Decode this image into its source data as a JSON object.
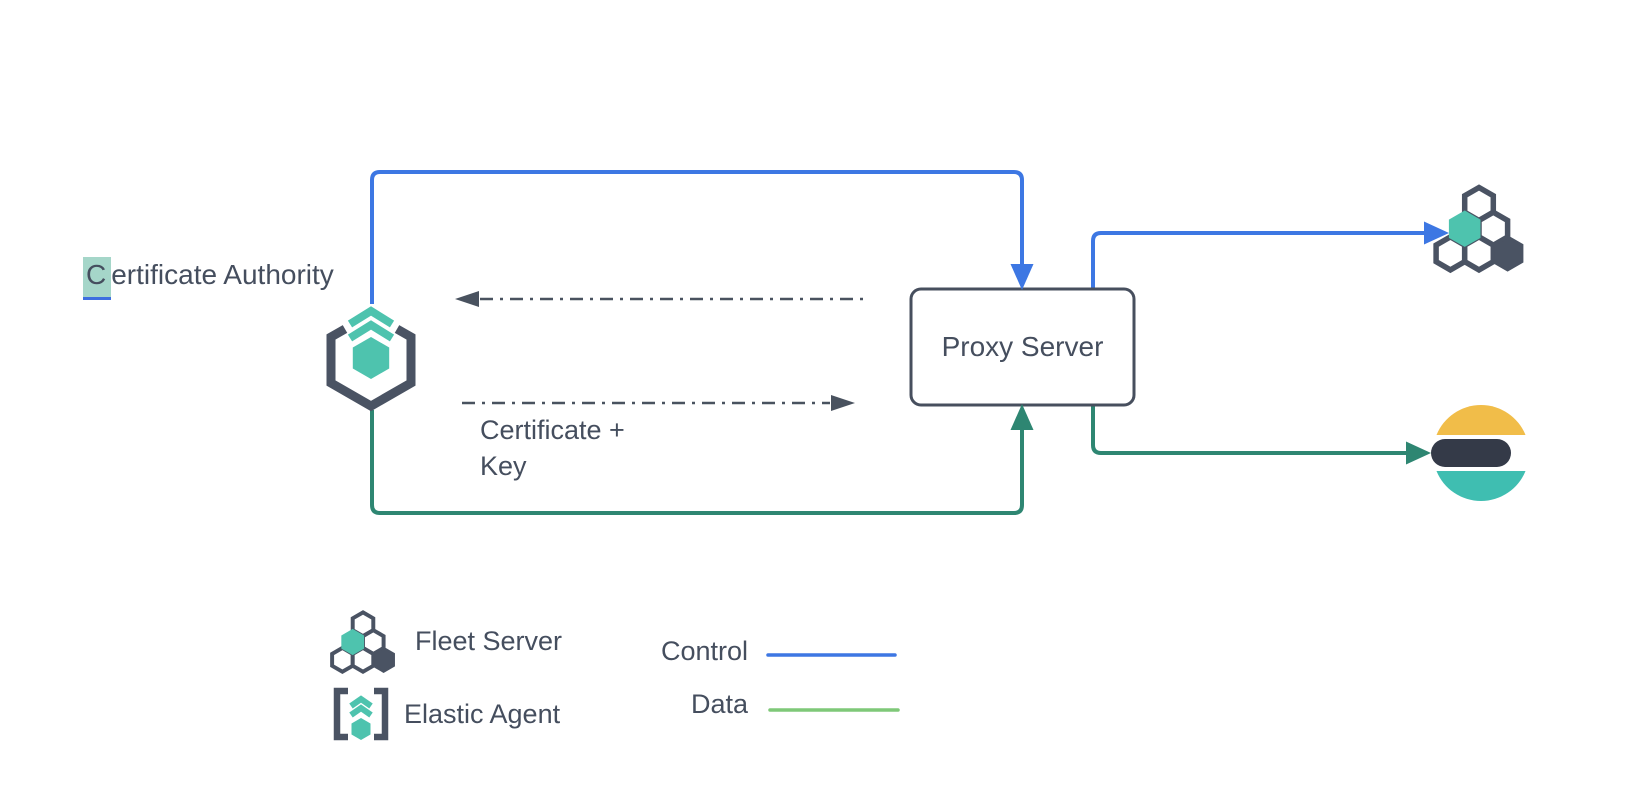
{
  "diagram": {
    "certificate_authority": {
      "highlighted": "C",
      "rest": "ertificate Authority"
    },
    "proxy_server_label": "Proxy Server",
    "certificate_key_label": {
      "line1": "Certificate +",
      "line2": "Key"
    },
    "legend": {
      "fleet_server": "Fleet Server",
      "elastic_agent": "Elastic Agent",
      "control": "Control",
      "data": "Data"
    },
    "icons": [
      "elastic-agent-icon",
      "fleet-server-icon",
      "elasticsearch-icon"
    ],
    "colors": {
      "control_blue": "#3d77e3",
      "data_green": "#2e8672",
      "legend_data_green": "#7fc878",
      "annotation_gray": "#49525f",
      "icon_dark": "#4a5363",
      "teal": "#4ec3ae",
      "elastic_yellow": "#f1bd49",
      "elastic_ink": "#343a48",
      "elastic_teal": "#3fbeb1",
      "selection_highlight": "#a5d6c9",
      "text": "#454e5e"
    }
  }
}
